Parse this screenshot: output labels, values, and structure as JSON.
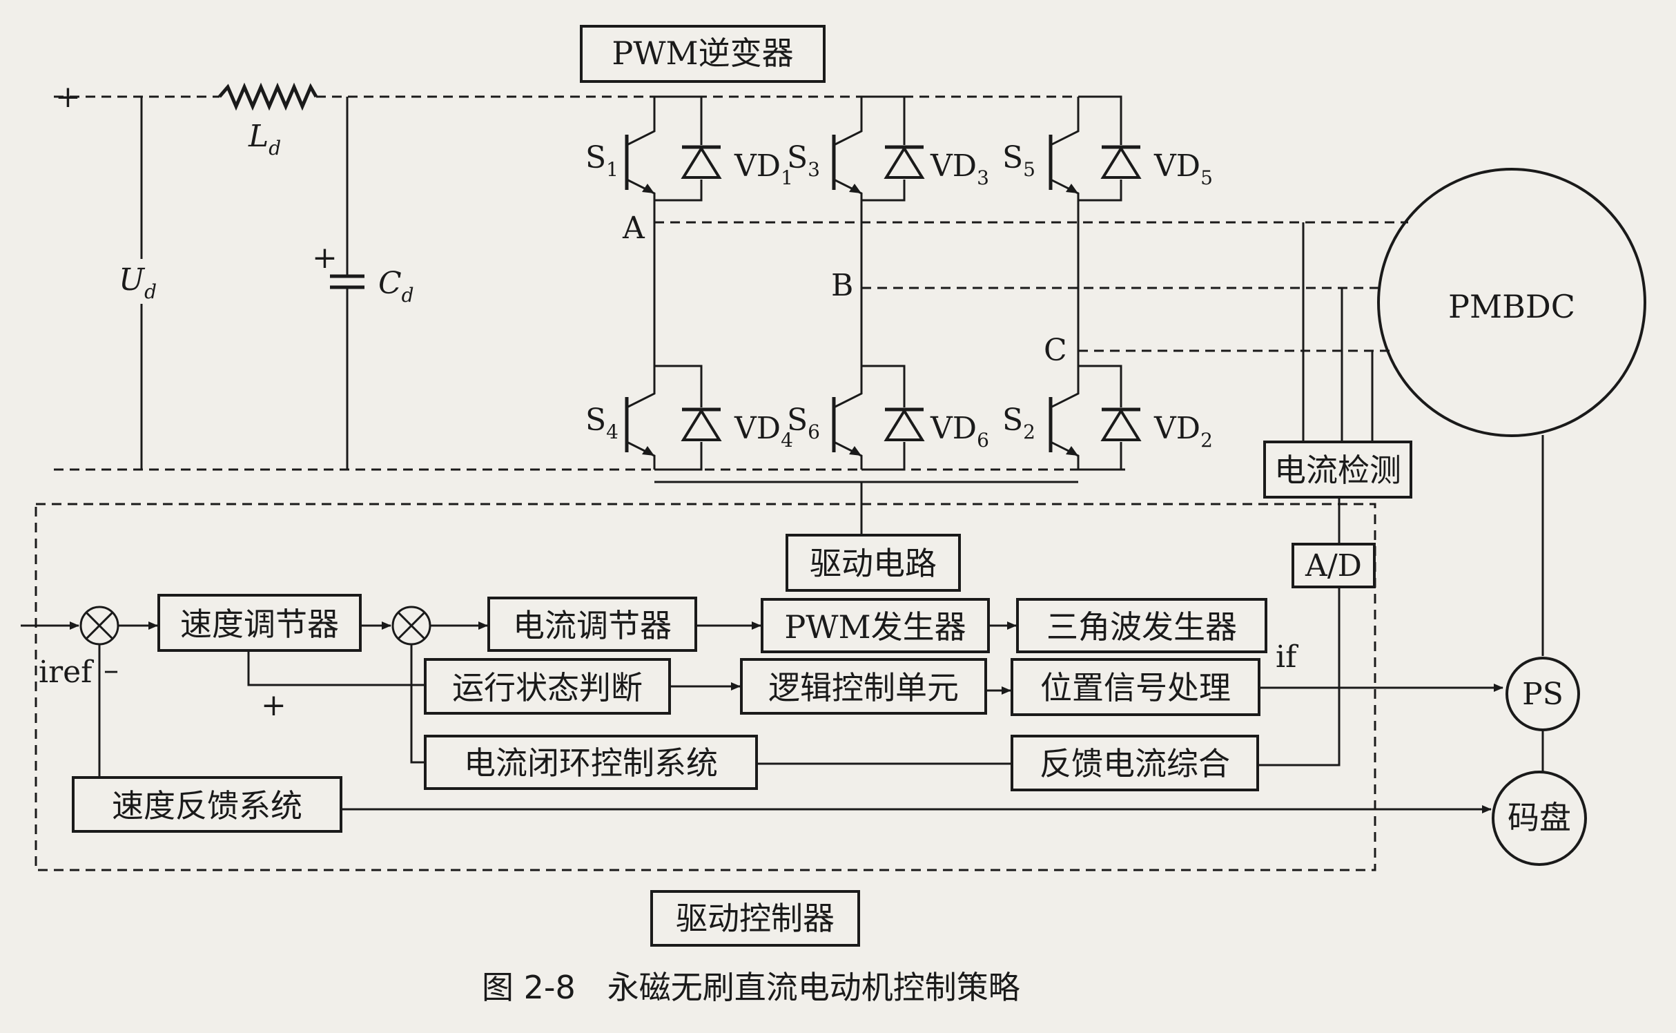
{
  "power_stage": {
    "inverter_title": "PWM逆变器",
    "plus_top": "+",
    "inductor": {
      "main": "L",
      "sub": "d"
    },
    "voltage": {
      "main": "U",
      "sub": "d"
    },
    "capacitor": {
      "main": "C",
      "sub": "d",
      "plus": "+"
    },
    "switches": [
      {
        "main": "S",
        "sub": "1"
      },
      {
        "main": "S",
        "sub": "3"
      },
      {
        "main": "S",
        "sub": "5"
      },
      {
        "main": "S",
        "sub": "4"
      },
      {
        "main": "S",
        "sub": "6"
      },
      {
        "main": "S",
        "sub": "2"
      }
    ],
    "diodes": [
      {
        "main": "VD",
        "sub": "1"
      },
      {
        "main": "VD",
        "sub": "3"
      },
      {
        "main": "VD",
        "sub": "5"
      },
      {
        "main": "VD",
        "sub": "4"
      },
      {
        "main": "VD",
        "sub": "6"
      },
      {
        "main": "VD",
        "sub": "2"
      }
    ],
    "phases": [
      "A",
      "B",
      "C"
    ],
    "motor": "PMBDC",
    "current_detect": "电流检测",
    "ad": "A/D",
    "drive_circuit": "驱动电路"
  },
  "controller": {
    "blocks": {
      "speed_regulator": "速度调节器",
      "current_regulator": "电流调节器",
      "pwm_generator": "PWM发生器",
      "triangle_generator": "三角波发生器",
      "run_state": "运行状态判断",
      "logic_unit": "逻辑控制单元",
      "position_signal": "位置信号处理",
      "current_loop": "电流闭环控制系统",
      "feedback_current": "反馈电流综合",
      "speed_feedback": "速度反馈系统"
    },
    "iref": "iref",
    "minus": "–",
    "plus": "+",
    "if": "if",
    "ps": "PS",
    "encoder": "码盘",
    "title": "驱动控制器"
  },
  "caption": "图 2-8　永磁无刷直流电动机控制策略"
}
